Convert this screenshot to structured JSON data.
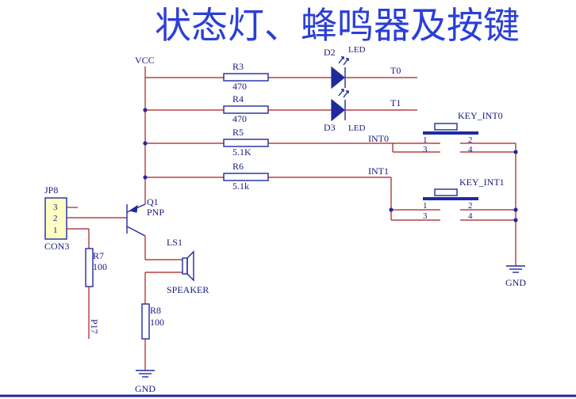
{
  "title": "状态灯、蜂鸣器及按键",
  "labels": {
    "vcc": "VCC",
    "gnd_right": "GND",
    "gnd_bottom": "GND",
    "r3": "R3",
    "r3_val": "470",
    "r4": "R4",
    "r4_val": "470",
    "r5": "R5",
    "r5_val": "5.1K",
    "r6": "R6",
    "r6_val": "5.1k",
    "r7": "R7",
    "r7_val": "100",
    "r8": "R8",
    "r8_val": "100",
    "d2": "D2",
    "d2_type": "LED",
    "d3": "D3",
    "d3_type": "LED",
    "t0": "T0",
    "t1": "T1",
    "int0": "INT0",
    "int1": "INT1",
    "key0": "KEY_INT0",
    "key1": "KEY_INT1",
    "pin1": "1",
    "pin2": "2",
    "pin3": "3",
    "pin4": "4",
    "jp8": "JP8",
    "con3": "CON3",
    "jp_pin3": "3",
    "jp_pin2": "2",
    "jp_pin1": "1",
    "q1": "Q1",
    "pnp": "PNP",
    "ls1": "LS1",
    "speaker": "SPEAKER",
    "p17": "P17"
  },
  "colors": {
    "wire": "#a31d1d",
    "component": "#1f2a9e",
    "text": "#1a1a80",
    "title": "#2b3fd6",
    "connector_fill": "#ffffc4"
  }
}
